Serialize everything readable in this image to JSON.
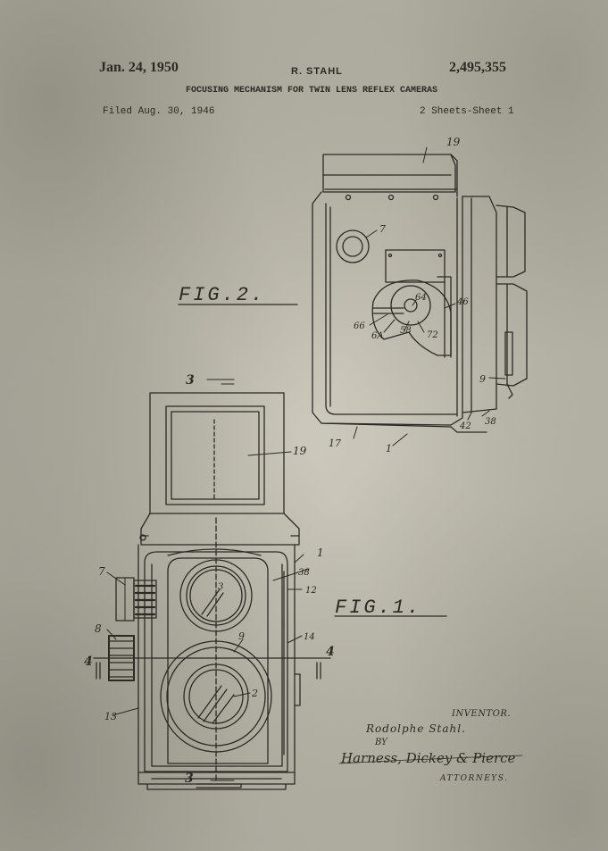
{
  "header": {
    "date": "Jan. 24, 1950",
    "inventor": "R. STAHL",
    "patent_number": "2,495,355",
    "title": "FOCUSING MECHANISM FOR TWIN LENS REFLEX CAMERAS",
    "filed": "Filed Aug. 30, 1946",
    "sheets": "2 Sheets-Sheet 1"
  },
  "figures": {
    "fig2_label": "FIG.2.",
    "fig1_label": "FIG.1."
  },
  "reference_numerals": {
    "r19_top": "19",
    "r7_top": "7",
    "r64": "64",
    "r46": "46",
    "r66": "66",
    "r6A": "6A",
    "r58": "58",
    "r72": "72",
    "r9_right": "9",
    "r42": "42",
    "r38_bottom": "38",
    "r17": "17",
    "r1_top": "1",
    "r3_top": "3",
    "r19_mid": "19",
    "r1_mid": "1",
    "r38_mid": "38",
    "r12": "12",
    "r7_left": "7",
    "r3_lens": "3",
    "r8": "8",
    "r14": "14",
    "r9_mid": "9",
    "r4_left": "4",
    "r4_right": "4",
    "r2": "2",
    "r13": "13",
    "r3_bottom": "3"
  },
  "signature_block": {
    "inventor_label": "INVENTOR.",
    "inventor_signature": "Rodolphe Stahl.",
    "by_label": "BY",
    "attorneys_signature": "Harness, Dickey & Pierce",
    "attorneys_label": "ATTORNEYS."
  }
}
